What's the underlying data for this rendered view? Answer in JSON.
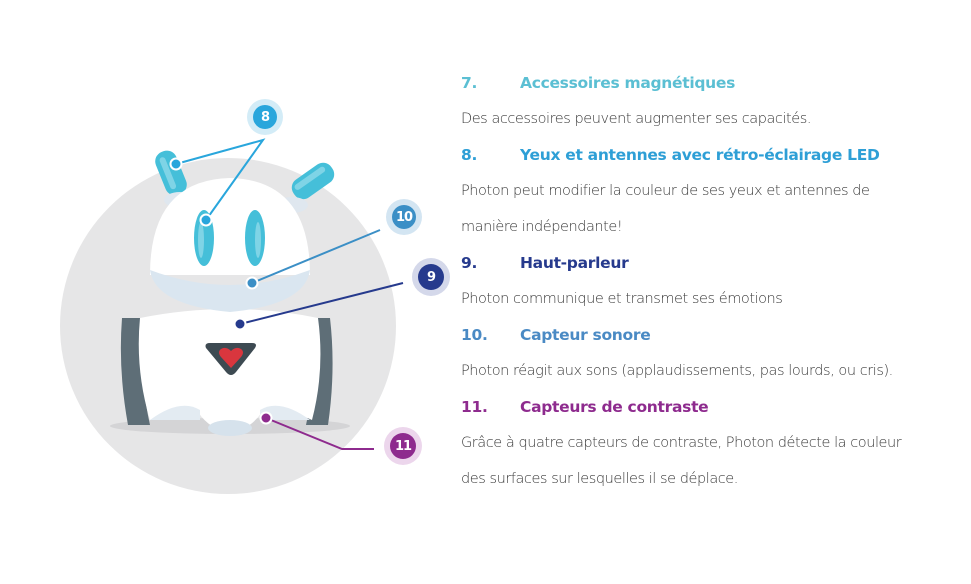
{
  "figure": {
    "subject": "Photon robot",
    "markers": [
      {
        "id": "8",
        "label": "8",
        "color": "#29a6dc",
        "ring": "#d3ecf7"
      },
      {
        "id": "10",
        "label": "10",
        "color": "#3b8fc6",
        "ring": "#d3e5f2"
      },
      {
        "id": "9",
        "label": "9",
        "color": "#263a8d",
        "ring": "#d4d8ea"
      },
      {
        "id": "11",
        "label": "11",
        "color": "#8e2b8e",
        "ring": "#ecd6ec"
      }
    ],
    "heart_color": "#d9363e"
  },
  "legend": {
    "items": [
      {
        "number": "7.",
        "title": "Accessoires magnétiques",
        "color": "#5bbfd3",
        "description": [
          "Des accessoires peuvent augmenter ses capacités."
        ]
      },
      {
        "number": "8.",
        "title": "Yeux et antennes avec rétro-éclairage LED",
        "color": "#2e9fd6",
        "description": [
          "Photon peut modifier la couleur de ses yeux et antennes de",
          "manière indépendante!"
        ]
      },
      {
        "number": "9.",
        "title": "Haut-parleur",
        "color": "#263a8d",
        "description": [
          "Photon communique et transmet ses émotions"
        ]
      },
      {
        "number": "10.",
        "title": "Capteur sonore",
        "color": "#4a8ac4",
        "description": [
          "Photon réagit aux sons (applaudissements, pas lourds, ou cris)."
        ]
      },
      {
        "number": "11.",
        "title": "Capteurs de contraste",
        "color": "#8e2b8e",
        "description": [
          "Grâce à quatre capteurs de contraste, Photon détecte la couleur",
          "des surfaces sur lesquelles il se déplace."
        ]
      }
    ]
  }
}
